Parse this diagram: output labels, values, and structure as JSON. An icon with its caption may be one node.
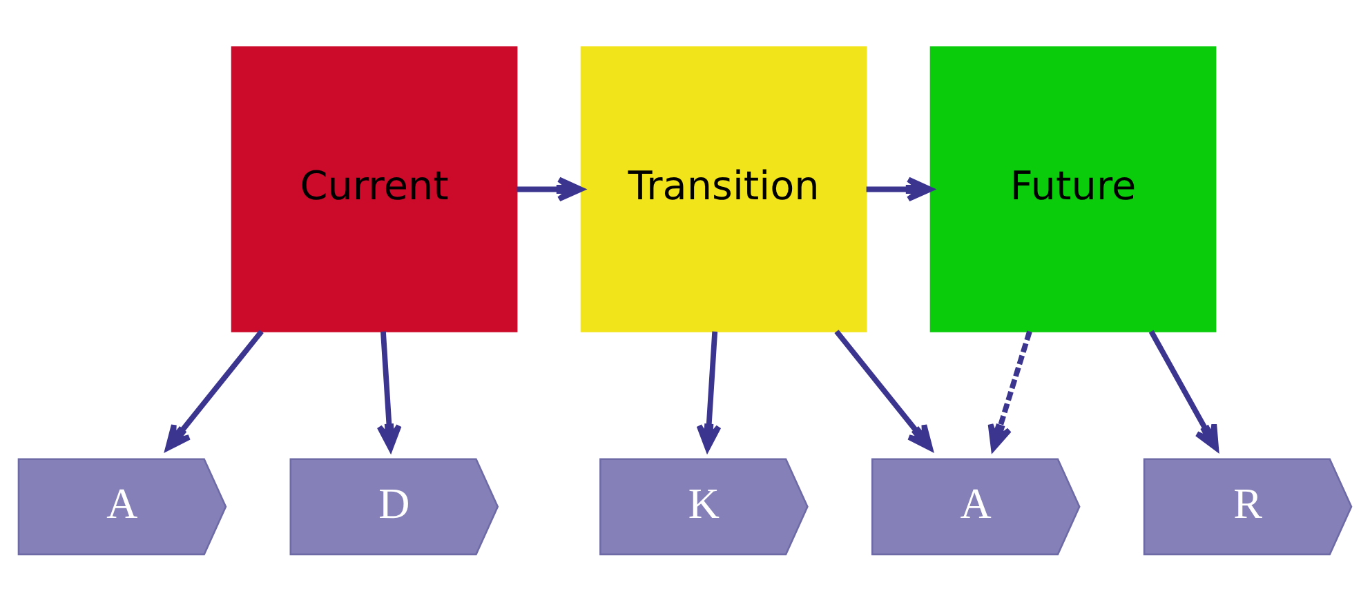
{
  "diagram": {
    "nodes": [
      {
        "text": [
          "Current"
        ]
      },
      {
        "text": [
          "Transition"
        ]
      },
      {
        "text": [
          "Future"
        ]
      },
      {
        "text": [
          "A"
        ]
      },
      {
        "text": [
          "D"
        ]
      },
      {
        "text": [
          "K"
        ]
      },
      {
        "text": [
          "A"
        ]
      },
      {
        "text": [
          "R"
        ]
      }
    ],
    "edges": [
      {
        "from": 0,
        "to": 1,
        "arrow": "to"
      },
      {
        "from": 1,
        "to": 2,
        "arrow": "to"
      },
      {
        "from": 0,
        "to": 3,
        "arrow": "to"
      },
      {
        "from": 0,
        "to": 4,
        "arrow": "to"
      },
      {
        "from": 1,
        "to": 5,
        "arrow": "to"
      },
      {
        "from": 1,
        "to": 6,
        "arrow": "to"
      },
      {
        "from": 2,
        "to": 6,
        "arrow": "to",
        "style": "dashed"
      },
      {
        "from": 2,
        "to": 7,
        "arrow": "to"
      }
    ]
  }
}
